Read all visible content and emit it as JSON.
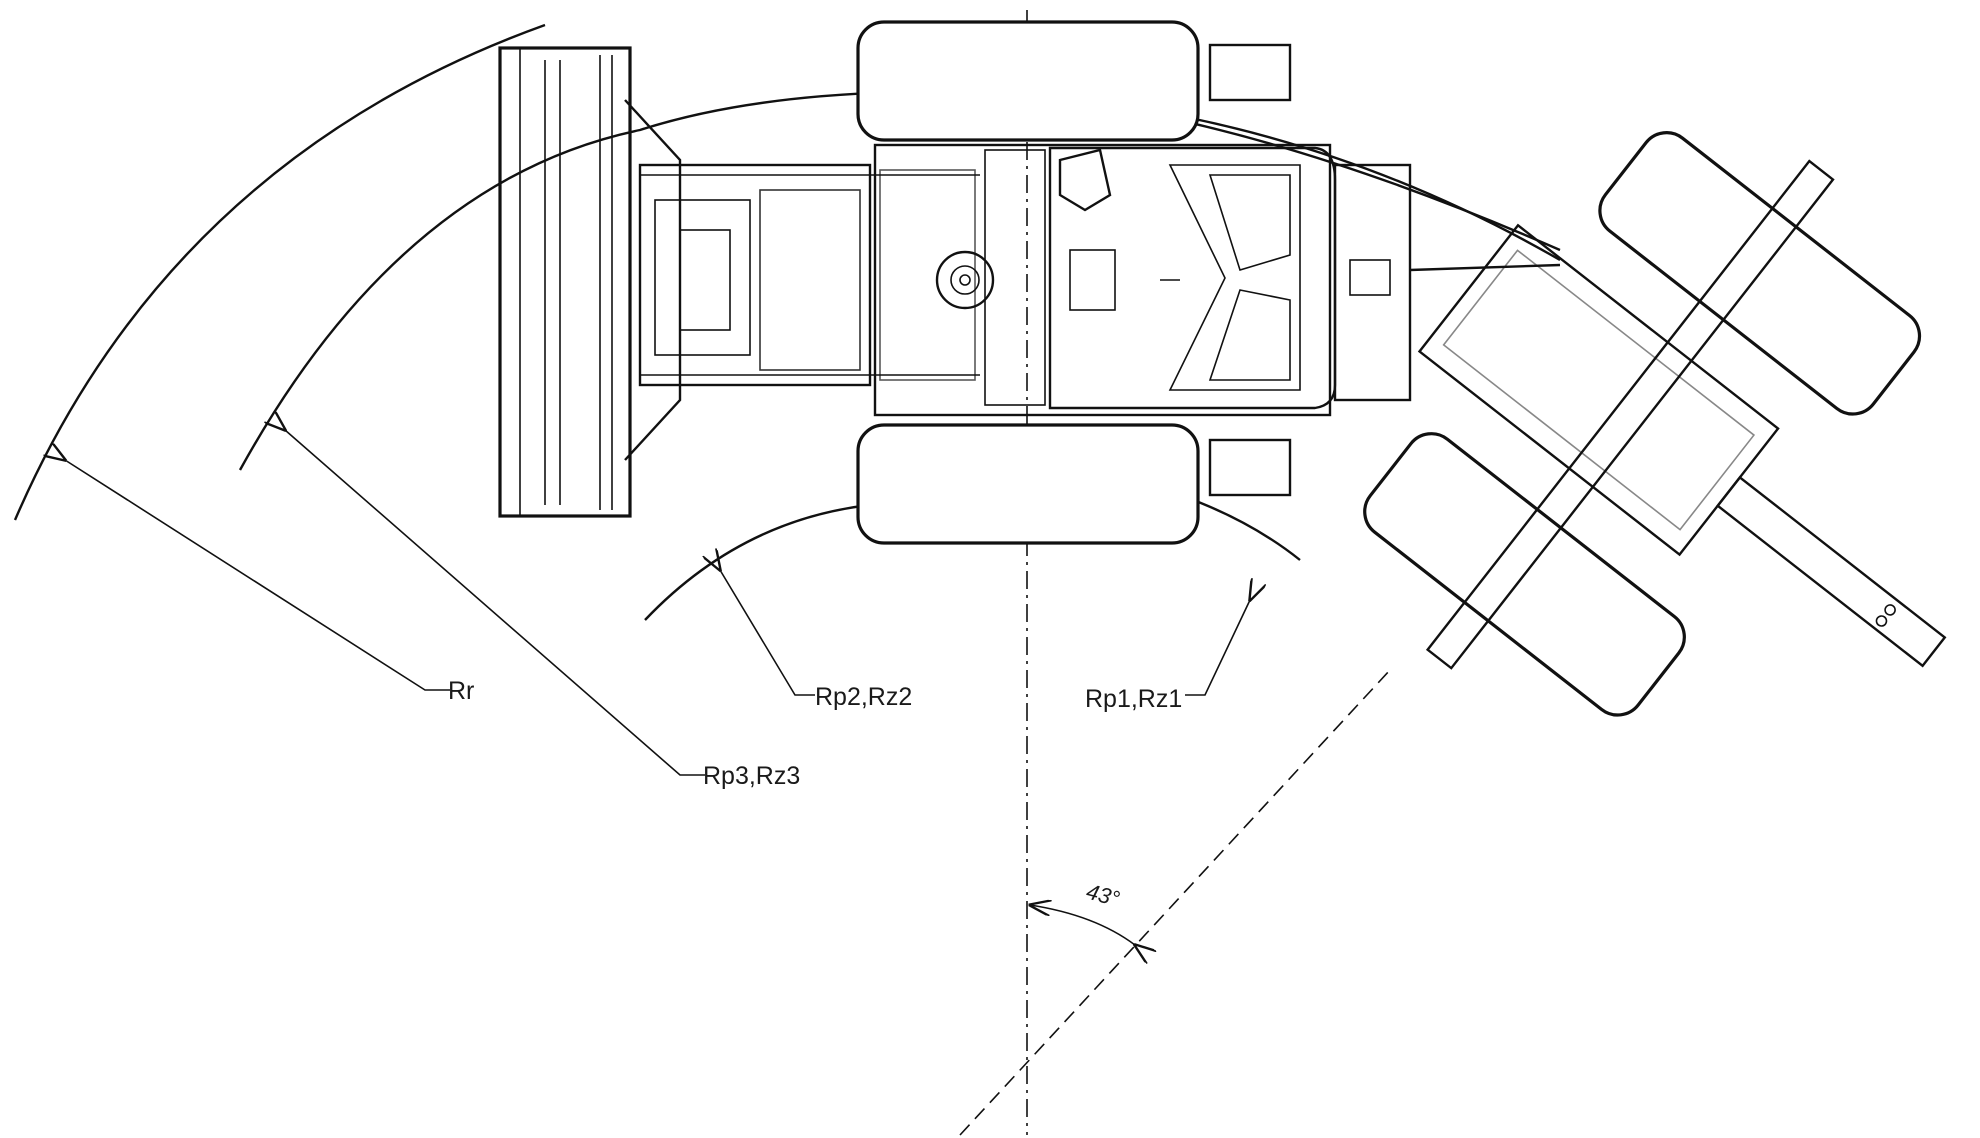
{
  "labels": {
    "rr": "Rr",
    "rp3": "Rp3,Rz3",
    "rp2": "Rp2,Rz2",
    "rp1": "Rp1,Rz1",
    "angle": "43°"
  }
}
